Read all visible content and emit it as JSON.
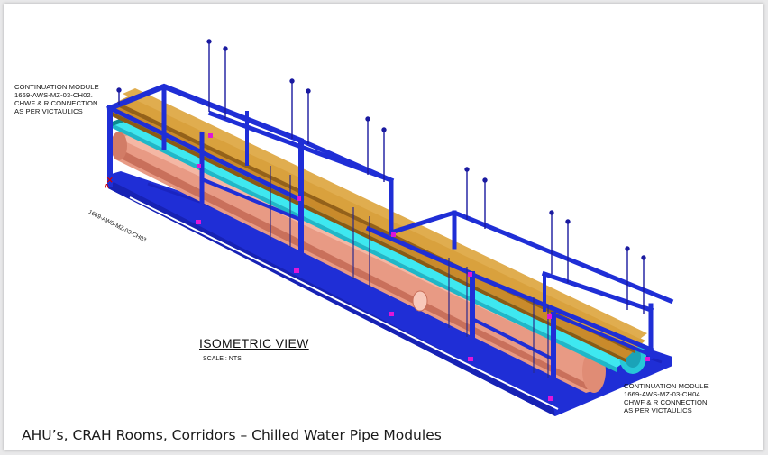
{
  "notes": {
    "top_left": [
      "CONTINUATION MODULE",
      "1669-AWS-MZ-03-CH02.",
      "CHWF & R CONNECTION",
      "AS PER VICTAULICS"
    ],
    "bottom_right": [
      "CONTINUATION MODULE",
      "1669-AWS-MZ-03-CH04.",
      "CHWF & R CONNECTION",
      "AS PER VICTAULICS"
    ]
  },
  "section_marker": {
    "letter": "A",
    "ref": "1669-AWS-MZ-03-CH03"
  },
  "view": {
    "title": "ISOMETRIC VIEW",
    "scale": "SCALE : NTS"
  },
  "caption": "AHU’s, CRAH Rooms, Corridors – Chilled Water Pipe Modules",
  "colors": {
    "frame": "#1f2ed6",
    "pipe_salmon": "#e89a84",
    "tray_cyan": "#3ee8f0",
    "pipe_orange": "#c98a2b",
    "hanger": "#1a1aa0",
    "marker": "#e015d8"
  }
}
